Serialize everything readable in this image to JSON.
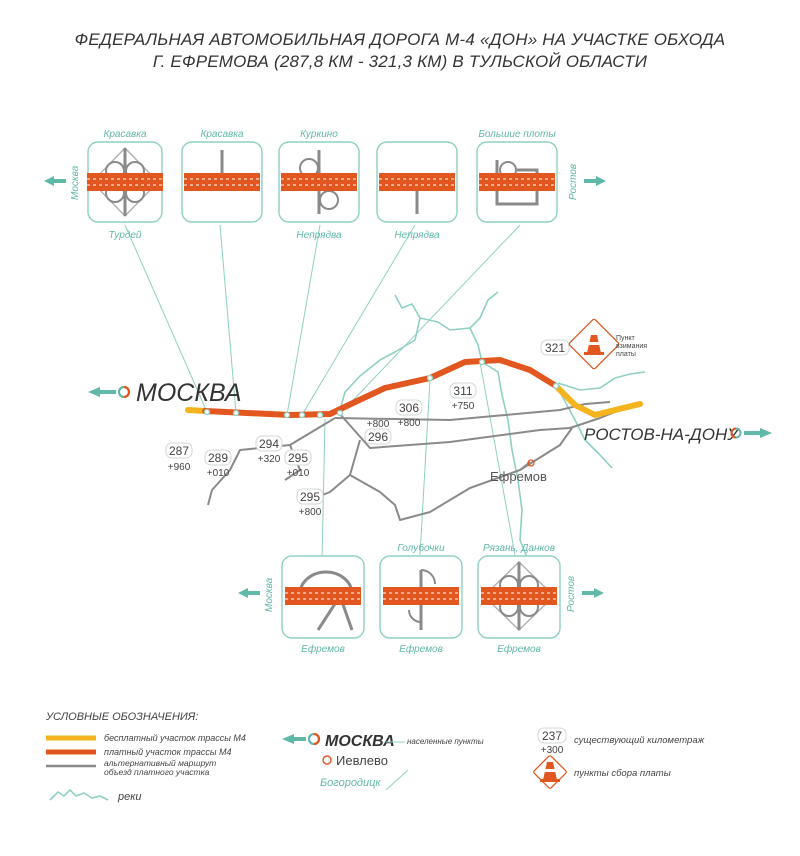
{
  "title": {
    "line1": "ФЕДЕРАЛЬНАЯ АВТОМОБИЛЬНАЯ ДОРОГА М-4 «ДОН» НА УЧАСТКЕ ОБХОДА",
    "line2": "Г. ЕФРЕМОВА (287,8 КМ - 321,3 КМ)  В ТУЛЬСКОЙ ОБЛАСТИ"
  },
  "colors": {
    "free_section": "#f5b41e",
    "toll_section": "#e2571f",
    "alt_route": "#8a8a8a",
    "river": "#8fd0c4",
    "accent_green": "#5fb8a8",
    "toll_icon": "#e2571f"
  },
  "cities": {
    "moscow": "МОСКВА",
    "rostov": "РОСТОВ-НА-ДОНУ",
    "efremov": "Ефремов"
  },
  "directions": {
    "moscow": "Москва",
    "rostov": "Ростов"
  },
  "top_interchanges": [
    {
      "top": "Красавка",
      "bottom": "Турдей"
    },
    {
      "top": "Красавка",
      "bottom": ""
    },
    {
      "top": "Куркино",
      "bottom": "Непрядва"
    },
    {
      "top": "",
      "bottom": "Непрядва"
    },
    {
      "top": "Большие плоты",
      "bottom": ""
    }
  ],
  "bottom_interchanges": [
    {
      "top": "",
      "bottom": "Ефремов"
    },
    {
      "top": "Голубочки",
      "bottom": "Ефремов"
    },
    {
      "top": "Рязань, Данков",
      "bottom": "Ефремов"
    }
  ],
  "km_markers": [
    {
      "km": "287",
      "plus": "+960"
    },
    {
      "km": "289",
      "plus": "+010"
    },
    {
      "km": "294",
      "plus": "+320"
    },
    {
      "km": "295",
      "plus": "+010"
    },
    {
      "km": "295",
      "plus": "+800"
    },
    {
      "km": "296",
      "plus": "+800"
    },
    {
      "km": "306",
      "plus": "+800"
    },
    {
      "km": "311",
      "plus": "+750"
    },
    {
      "km": "321",
      "plus": ""
    }
  ],
  "toll_point_label": {
    "line1": "Пункт",
    "line2": "взимания",
    "line3": "платы"
  },
  "legend": {
    "heading": "УСЛОВНЫЕ ОБОЗНАЧЕНИЯ:",
    "free": "бесплатный участок трассы М4",
    "toll": "платный участок трассы М4",
    "alt1": "альтернативный маршрут",
    "alt2": "объезд платного участка",
    "rivers": "реки",
    "city_big": "МОСКВА",
    "city_small": "Иевлево",
    "city_extra": "Богородицк",
    "settlements": "населенные пункты",
    "km_example": "237",
    "km_example_plus": "+300",
    "km_existing": "существующий километраж",
    "toll_points": "пункты сбора платы"
  }
}
